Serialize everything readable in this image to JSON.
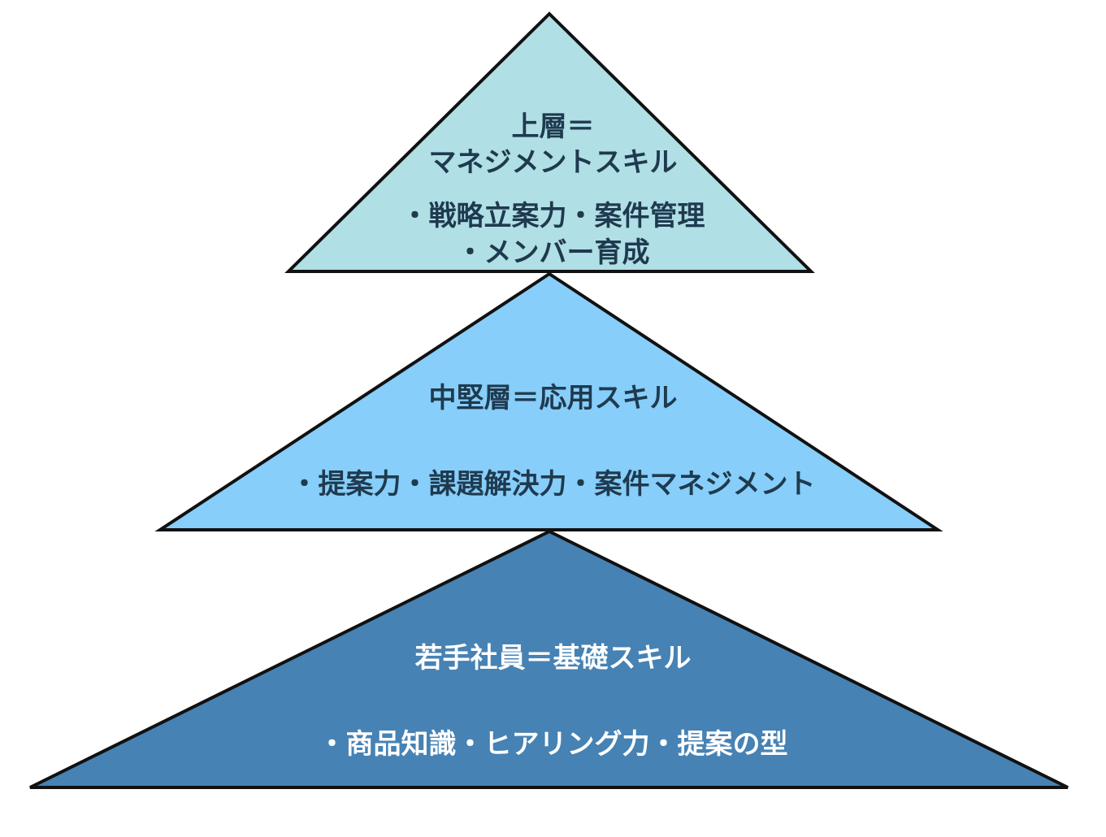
{
  "tiers": [
    {
      "id": "upper",
      "title_line1": "上層＝",
      "title_line2": "マネジメントスキル",
      "bullet_line1": "・戦略立案力・案件管理",
      "bullet_line2": "・メンバー育成",
      "fill": "#b0dfe5"
    },
    {
      "id": "middle",
      "title": "中堅層＝応用スキル",
      "bullets": "・提案力・課題解決力・案件マネジメント",
      "fill": "#87cefa"
    },
    {
      "id": "junior",
      "title": "若手社員＝基礎スキル",
      "bullets": "・商品知識・ヒアリング力・提案の型",
      "fill": "#4682b4"
    }
  ],
  "colors": {
    "outline": "#111111",
    "dark_text": "#1f3a4f",
    "light_text": "#ffffff"
  }
}
